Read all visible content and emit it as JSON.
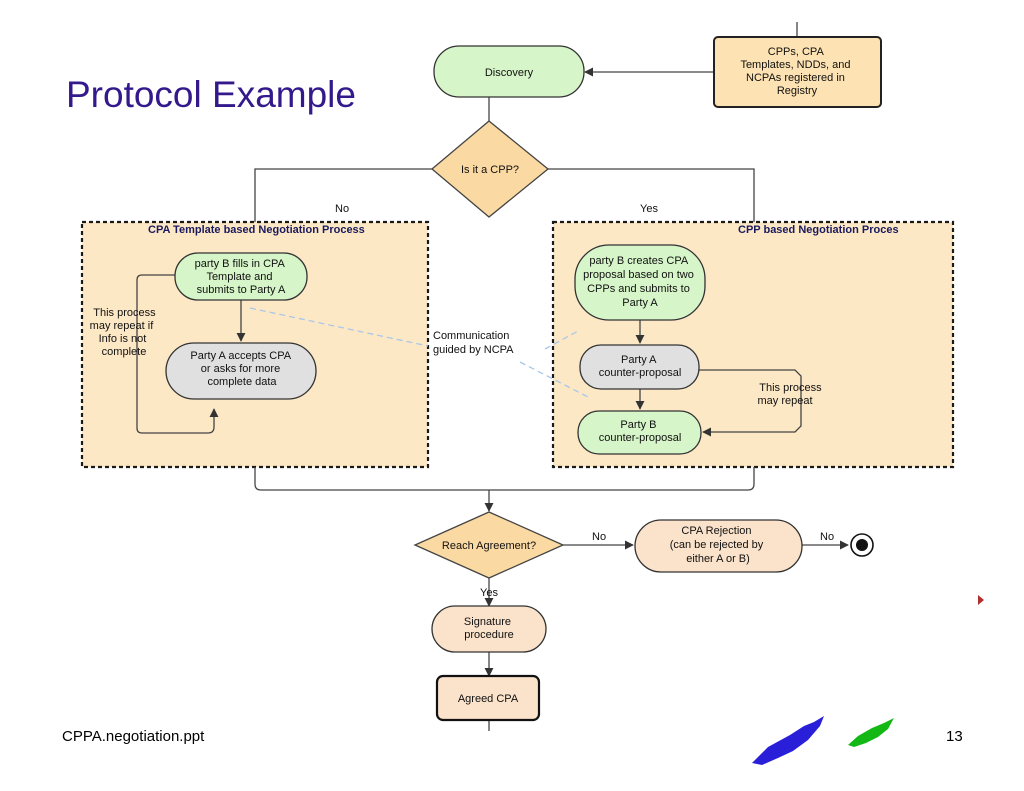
{
  "slide": {
    "title": "Protocol Example",
    "footer_left": "CPPA.negotiation.ppt",
    "page_number": "13"
  },
  "colors": {
    "title": "#33198c",
    "start_node": "#d6f5c8",
    "registry_box": "#fde2b3",
    "decision": "#fbd9a2",
    "region_fill": "#fde8c6",
    "party_node": "#e0e0e0",
    "rejection_node": "#fbe3cb",
    "logo_blue": "#2a1fd8",
    "logo_green": "#14b814"
  },
  "diagram": {
    "discovery": "Discovery",
    "registry": [
      "CPPs, CPA",
      "Templates, NDDs, and",
      "NCPAs registered in",
      "Registry"
    ],
    "is_cpp": "Is it a CPP?",
    "label_no_left": "No",
    "label_yes_right": "Yes",
    "left_region_title": "CPA Template based Negotiation Process",
    "right_region_title": "CPP based Negotiation Proces",
    "party_b_fills": [
      "party B  fills in CPA",
      "Template and",
      "submits to Party A"
    ],
    "party_a_accepts": [
      "Party A accepts CPA",
      "or asks for  more",
      "complete data"
    ],
    "repeat_note_left": [
      "This process",
      "may repeat if",
      "Info is not",
      "complete"
    ],
    "communication": [
      "Communication",
      "guided by NCPA"
    ],
    "party_b_creates": [
      "party B  creates CPA",
      "proposal based on two",
      "CPPs and submits to",
      "Party A"
    ],
    "party_a_counter": [
      "Party A",
      "counter-proposal"
    ],
    "party_b_counter": [
      "Party B",
      "counter-proposal"
    ],
    "repeat_note_right": [
      "This process",
      "may repeat"
    ],
    "reach_agreement": "Reach Agreement?",
    "label_no_agreement": "No",
    "cpa_rejection": [
      "CPA  Rejection",
      "(can be rejected by",
      "either A or B)"
    ],
    "label_no_end": "No",
    "label_yes_agreement": "Yes",
    "signature": [
      "Signature",
      "procedure"
    ],
    "agreed_cpa": "Agreed CPA"
  }
}
